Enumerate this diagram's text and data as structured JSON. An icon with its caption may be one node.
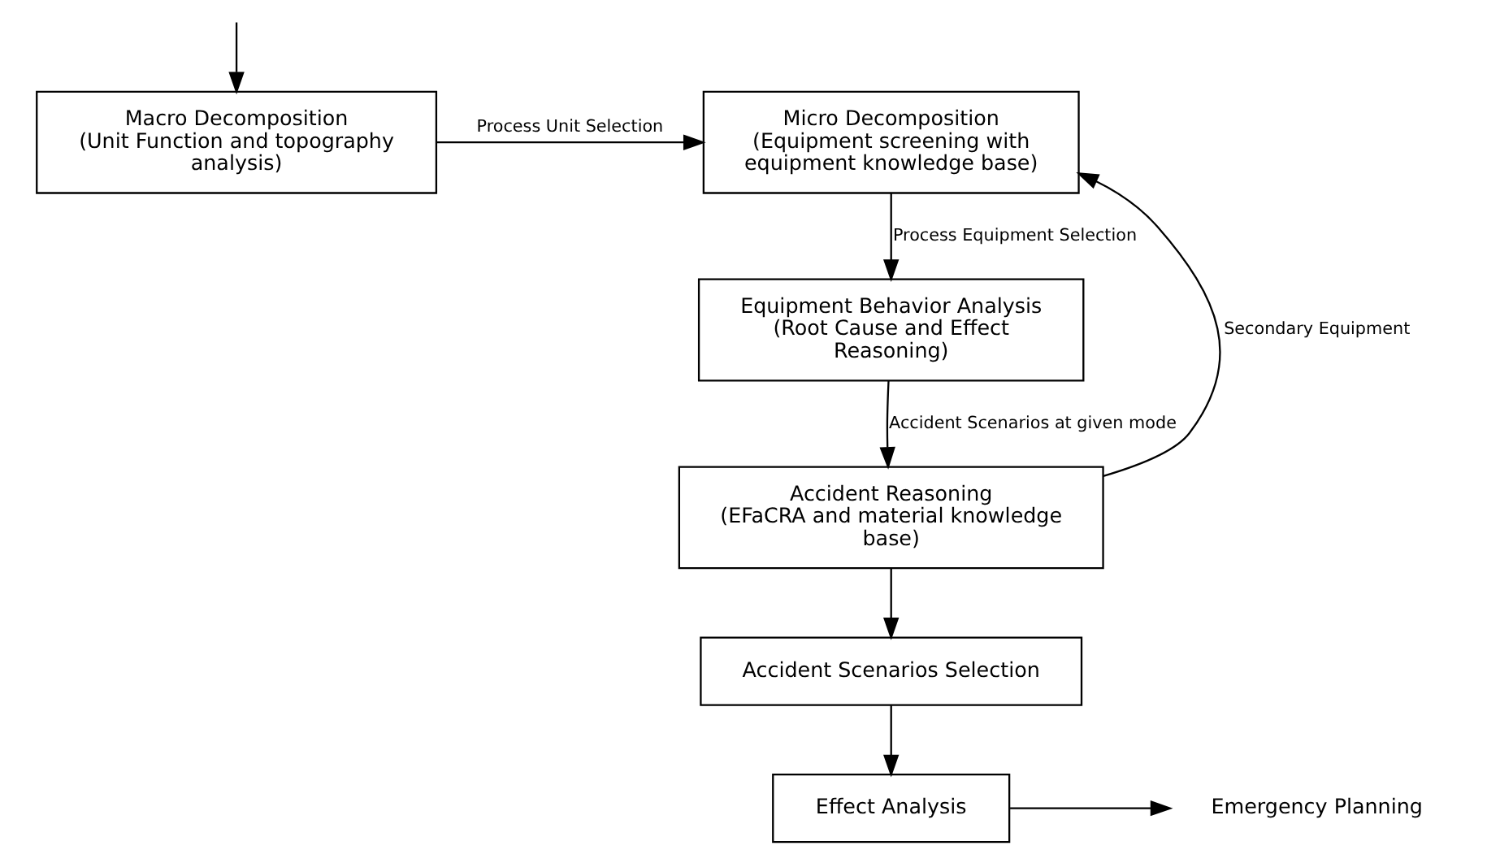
{
  "diagram": {
    "nodes": [
      {
        "text": [
          "Macro Decomposition",
          "(Unit Function and topography analysis)"
        ]
      },
      {
        "text": [
          "Micro Decomposition",
          "(Equipment screening with equipment knowledge base)"
        ]
      },
      {
        "text": [
          "Equipment Behavior Analysis",
          "(Root Cause and Effect Reasoning)"
        ]
      },
      {
        "text": [
          "Accident Reasoning",
          "(EFaCRA and material knowledge base)"
        ]
      },
      {
        "text": [
          "Accident Scenarios Selection"
        ]
      },
      {
        "text": [
          "Effect Analysis"
        ]
      },
      {
        "text": [
          "Emergency Planning"
        ]
      }
    ],
    "edges": [
      {
        "from": null,
        "to": 0,
        "arrow": "to"
      },
      {
        "from": 0,
        "to": 1,
        "arrow": "to",
        "label": "Process Unit Selection"
      },
      {
        "from": 1,
        "to": 2,
        "arrow": "to",
        "label": "Process Equipment Selection"
      },
      {
        "from": 2,
        "to": 3,
        "arrow": "to",
        "label": "Accident Scenarios at given mode"
      },
      {
        "from": 3,
        "to": 1,
        "arrow": "to",
        "label": "Secondary Equipment"
      },
      {
        "from": 3,
        "to": 4,
        "arrow": "to"
      },
      {
        "from": 4,
        "to": 5,
        "arrow": "to"
      },
      {
        "from": 5,
        "to": 6,
        "arrow": "to"
      }
    ]
  }
}
